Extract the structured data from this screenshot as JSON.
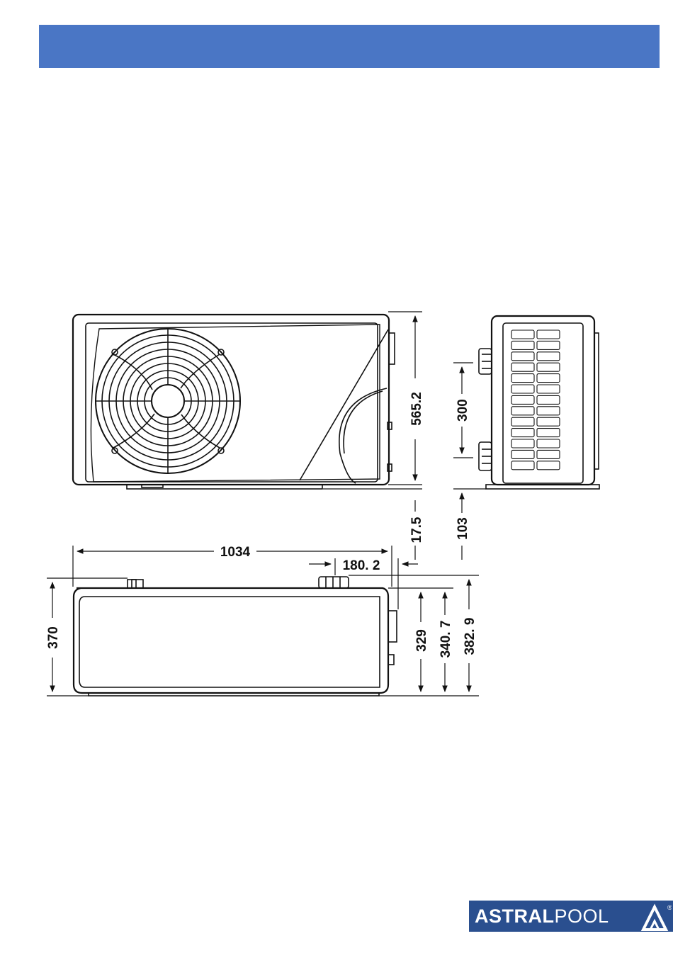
{
  "header": {
    "color": "#4a76c5"
  },
  "dimensions": {
    "front_height": "565.2",
    "base_clearance": "17.5",
    "side_connection_spacing": "300",
    "side_base": "103",
    "top_length": "1034",
    "top_connection_offset": "180. 2",
    "top_depth": "370",
    "top_depth_a": "329",
    "top_depth_b": "340. 7",
    "top_depth_c": "382. 9"
  },
  "logo": {
    "brand_bold": "ASTRAL",
    "brand_light": "POOL",
    "registered": "®",
    "color": "#2a4f8f"
  }
}
